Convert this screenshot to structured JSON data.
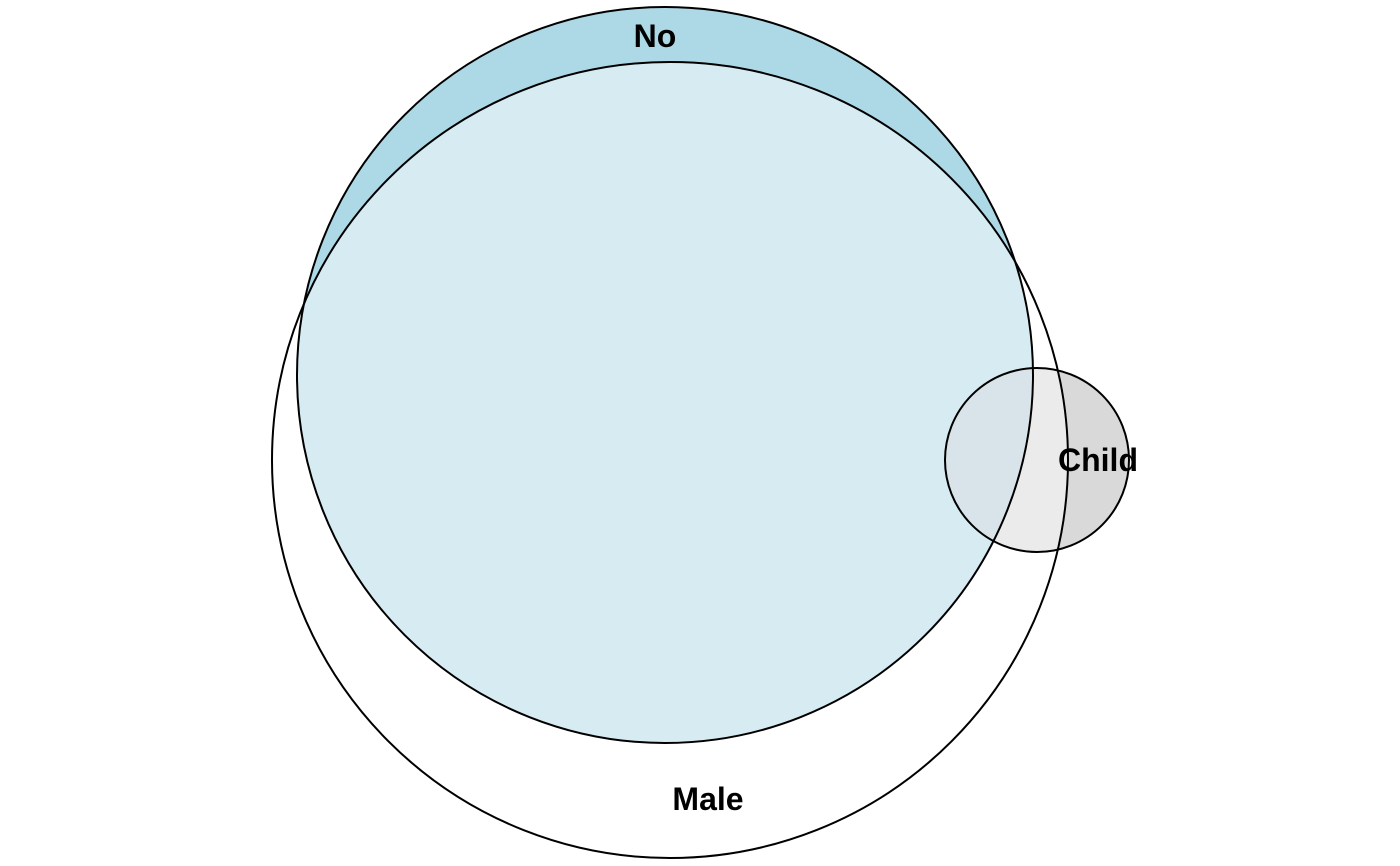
{
  "diagram": {
    "type": "venn",
    "sets": [
      {
        "id": "no",
        "label": "No",
        "color": "#ADD8E6"
      },
      {
        "id": "male",
        "label": "Male",
        "color": "#FFFFFF"
      },
      {
        "id": "child",
        "label": "Child",
        "color": "#D3D3D3"
      }
    ],
    "region_colors": {
      "no_only": "#ADD8E6",
      "no_and_male": "#D6EBF2",
      "male_only": "#FFFFFF",
      "male_and_child": "#EBEBEB",
      "child_only": "#D9D9D9",
      "no_and_child": "#D9E4EA"
    },
    "outline_color": "#000000"
  }
}
